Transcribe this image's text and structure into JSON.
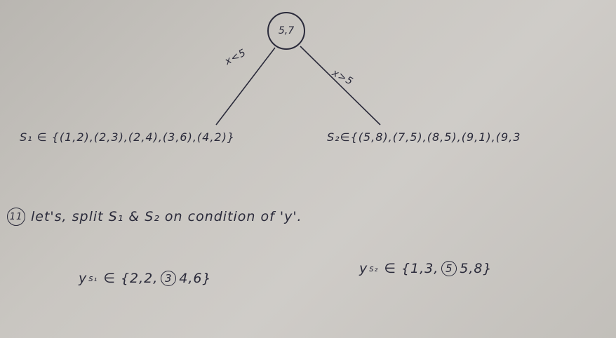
{
  "tree": {
    "root_label": "5,7",
    "left_edge_label": "x<5",
    "right_edge_label": "x>5"
  },
  "sets": {
    "s1_text": "S₁ ∈ {(1,2),(2,3),(2,4),(3,6),(4,2)}",
    "s2_text": "S₂∈{(5,8),(7,5),(8,5),(9,1),(9,3"
  },
  "step": {
    "number": "11",
    "text": "let's, split S₁ & S₂ on condition of 'y'."
  },
  "y_s1": {
    "prefix": "y",
    "subscript": "s₁",
    "before": "∈ {2,2,",
    "circled": "3",
    "after": "4,6}"
  },
  "y_s2": {
    "prefix": "y",
    "subscript": "s₂",
    "before": "∈ {1,3,",
    "circled": "5",
    "after": "5,8}"
  }
}
